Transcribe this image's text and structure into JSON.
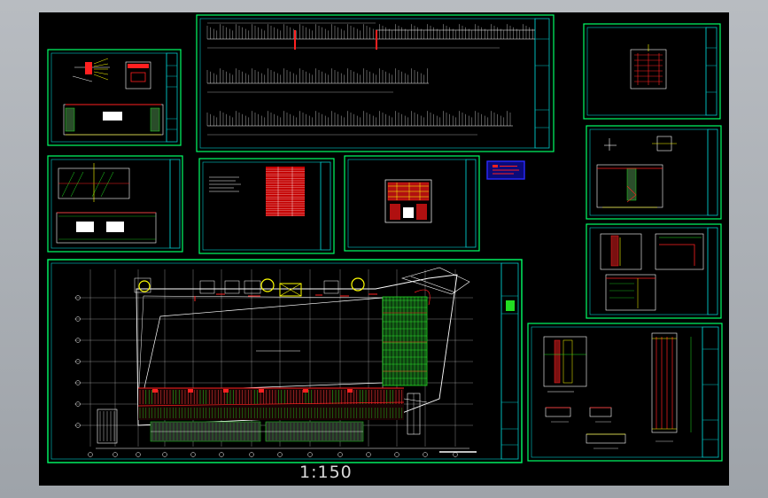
{
  "drawing": {
    "scale_label": "1:150"
  },
  "colors": {
    "background": "#000000",
    "frame": "#00ff66",
    "titleblock": "#00c8c8",
    "line": "#ffffff",
    "accent_red": "#ff2020",
    "accent_yellow": "#ffff00",
    "accent_green": "#22dd22",
    "legend_box": "#1a1aff"
  },
  "sheets": [
    {
      "id": "sheet-detail-top-left",
      "icon": "detail-drawing-icon"
    },
    {
      "id": "sheet-schematic-top",
      "icon": "wiring-schematic-icon"
    },
    {
      "id": "sheet-plan-top-right",
      "icon": "room-plan-icon"
    },
    {
      "id": "sheet-elevation-left",
      "icon": "elevation-drawing-icon"
    },
    {
      "id": "sheet-table",
      "icon": "material-table-icon"
    },
    {
      "id": "sheet-room-plan",
      "icon": "room-plan-icon"
    },
    {
      "id": "sheet-legend-box",
      "icon": "legend-icon"
    },
    {
      "id": "sheet-detail-right-1",
      "icon": "section-detail-icon"
    },
    {
      "id": "sheet-detail-right-2",
      "icon": "section-detail-icon"
    },
    {
      "id": "sheet-main-floor-plan",
      "icon": "floor-plan-icon"
    },
    {
      "id": "sheet-detail-bottom-right",
      "icon": "section-detail-icon"
    }
  ]
}
